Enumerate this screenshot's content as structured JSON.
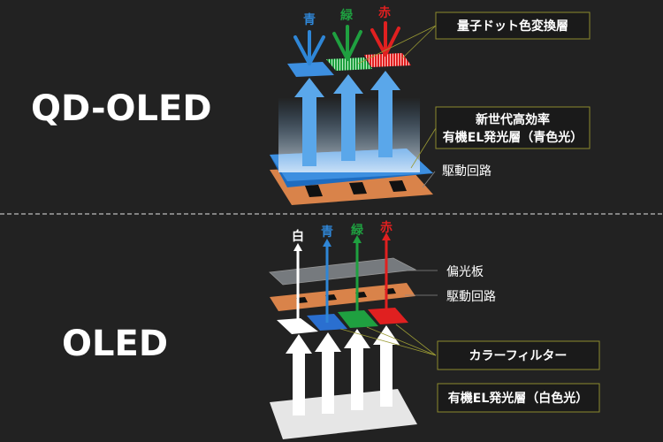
{
  "top": {
    "title": "QD-OLED",
    "colors": {
      "blue": "青",
      "green": "緑",
      "red": "赤"
    },
    "labels": {
      "qd_layer": "量子ドット色変換層",
      "el_layer_line1": "新世代高効率",
      "el_layer_line2": "有機EL発光層（青色光）",
      "circuit": "駆動回路"
    }
  },
  "bottom": {
    "title": "OLED",
    "colors": {
      "white": "白",
      "blue": "青",
      "green": "緑",
      "red": "赤"
    },
    "labels": {
      "polarizer": "偏光板",
      "circuit": "駆動回路",
      "color_filter": "カラーフィルター",
      "el_layer": "有機EL発光層（白色光）"
    }
  },
  "palette": {
    "background": "#222222",
    "blue": "#2f86d6",
    "green": "#1fa040",
    "red": "#e02020",
    "copper": "#d9834a",
    "box_border": "#8c8a2e"
  }
}
